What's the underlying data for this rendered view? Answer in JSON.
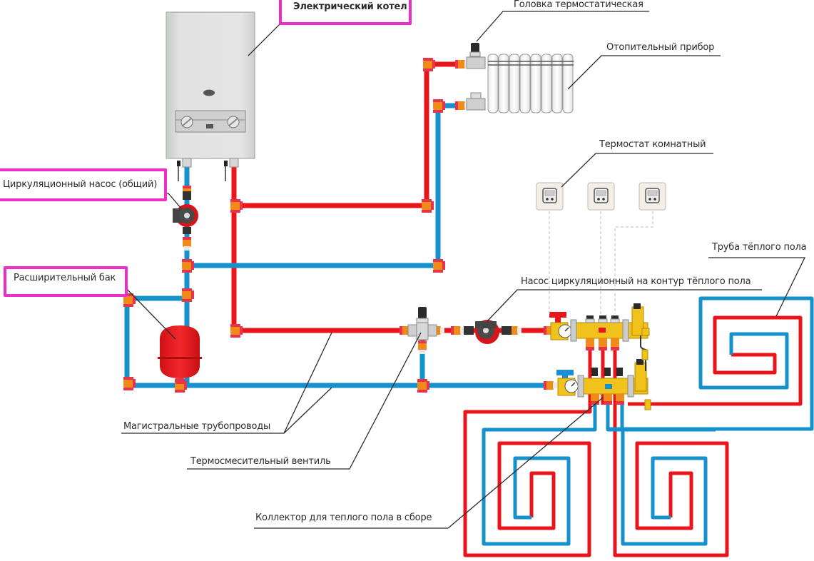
{
  "title": "Схема отопления: электрический котел, радиатор и тёплый пол",
  "colors": {
    "supply_pipe": "#e8161b",
    "return_pipe": "#1592cc",
    "fitting": "#f28a1a",
    "fitting_ring": "#e8344a",
    "highlight_box": "#ee2ec8",
    "leader_line": "#2b2b2b",
    "boiler_body": "#dcdcdc",
    "manifold_brass": "#f2c21c",
    "tank": "#e8161b"
  },
  "labels": {
    "boiler": "Электрический котел",
    "thermo_head": "Головка термостатическая",
    "radiator": "Отопительный прибор",
    "pump_common": "Циркуляционный насос (общий)",
    "room_thermostat": "Термостат комнатный",
    "floor_pipe": "Труба тёплого пола",
    "expansion_tank": "Расширительный бак",
    "floor_pump": "Насос циркуляционный на контур тёплого пола",
    "main_pipes": "Магистральные трубопроводы",
    "mixing_valve": "Термосмесительный вентиль",
    "manifold": "Коллектор для теплого пола в сборе"
  },
  "highlighted": [
    "boiler",
    "pump_common",
    "expansion_tank"
  ],
  "components": {
    "radiator_sections": 8,
    "room_thermostats": 3,
    "floor_loops": 3,
    "manifold_outlets": 3
  }
}
